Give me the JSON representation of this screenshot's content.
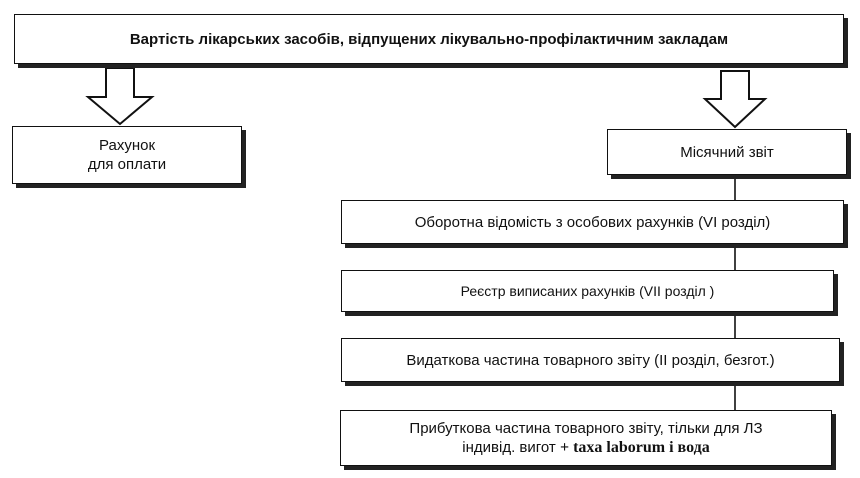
{
  "top_box": {
    "text": "Вартість лікарських засобів, відпущених лікувально-профілактичним закладам"
  },
  "invoice_box": {
    "line1": "Рахунок",
    "line2": "для оплати"
  },
  "monthly_box": {
    "text": "Місячний звіт"
  },
  "reports": [
    {
      "text": "Оборотна відомість з особових рахунків (VI розділ)"
    },
    {
      "text": "Реєстр виписаних рахунків (VII розділ )"
    },
    {
      "text": "Видаткова частина товарного звіту (ІІ розділ, безгот.)"
    },
    {
      "line1": "Прибуткова частина товарного звіту, тільки для ЛЗ",
      "line2": "індивід. вигот",
      "line2_extra": "+ taxa laborum і  вода"
    }
  ]
}
